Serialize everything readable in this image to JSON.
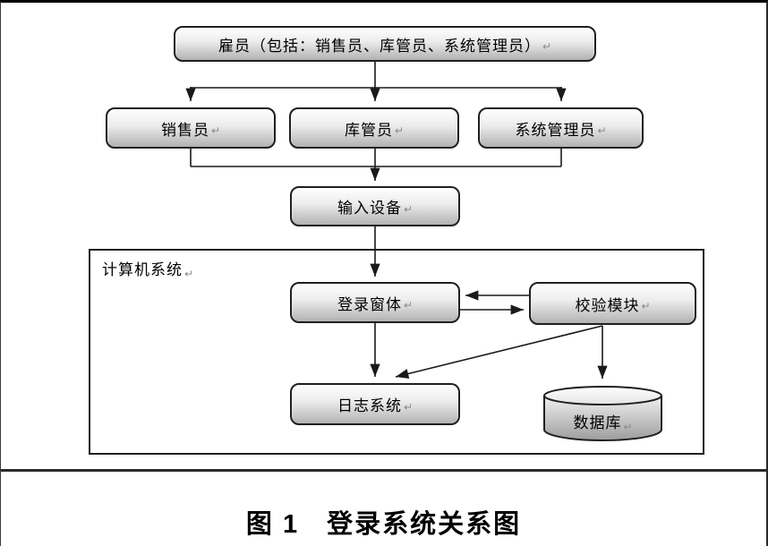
{
  "diagram": {
    "caption": "图 1　登录系统关系图",
    "container_label": "计算机系统",
    "paragraph_mark": "↵",
    "nodes": {
      "employee": {
        "label": "雇员（包括：销售员、库管员、系统管理员）",
        "type": "rounded-box"
      },
      "sales": {
        "label": "销售员",
        "type": "rounded-box"
      },
      "warehouse": {
        "label": "库管员",
        "type": "rounded-box"
      },
      "admin": {
        "label": "系统管理员",
        "type": "rounded-box"
      },
      "input_device": {
        "label": "输入设备",
        "type": "rounded-box"
      },
      "login_form": {
        "label": "登录窗体",
        "type": "rounded-box"
      },
      "validation": {
        "label": "校验模块",
        "type": "rounded-box"
      },
      "log_system": {
        "label": "日志系统",
        "type": "rounded-box"
      },
      "database": {
        "label": "数据库",
        "type": "cylinder"
      }
    },
    "edges": [
      {
        "from": "雇员",
        "to": "销售员",
        "arrow": "one-way"
      },
      {
        "from": "雇员",
        "to": "库管员",
        "arrow": "one-way"
      },
      {
        "from": "雇员",
        "to": "系统管理员",
        "arrow": "one-way"
      },
      {
        "from": "销售员",
        "to": "输入设备",
        "arrow": "one-way"
      },
      {
        "from": "库管员",
        "to": "输入设备",
        "arrow": "one-way"
      },
      {
        "from": "系统管理员",
        "to": "输入设备",
        "arrow": "one-way"
      },
      {
        "from": "输入设备",
        "to": "登录窗体",
        "arrow": "one-way"
      },
      {
        "from": "校验模块",
        "to": "登录窗体",
        "arrow": "one-way"
      },
      {
        "from": "登录窗体",
        "to": "校验模块",
        "arrow": "one-way"
      },
      {
        "from": "登录窗体",
        "to": "日志系统",
        "arrow": "one-way"
      },
      {
        "from": "校验模块",
        "to": "日志系统",
        "arrow": "one-way"
      },
      {
        "from": "校验模块",
        "to": "数据库",
        "arrow": "one-way"
      }
    ],
    "colors": {
      "box_border": "#1f1f1f",
      "box_fill_top": "#fefefe",
      "box_fill_bottom": "#b2b2b2",
      "connector_line": "#1a1a1a",
      "text": "#000000",
      "paragraph_mark_color": "#8a8a8a"
    }
  }
}
